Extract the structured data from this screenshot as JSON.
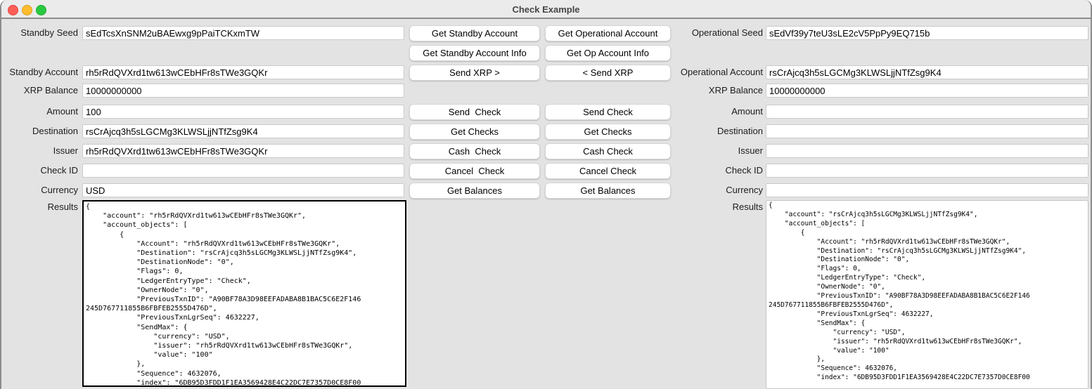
{
  "window": {
    "title": "Check Example"
  },
  "buttons": {
    "standby": [
      "Get Standby Account",
      "Get Standby Account Info",
      "Send XRP >",
      "Send  Check",
      "Get Checks",
      "Cash  Check",
      "Cancel  Check",
      "Get Balances"
    ],
    "operational": [
      "Get Operational Account",
      "Get Op Account Info",
      "< Send XRP",
      "Send Check",
      "Get Checks",
      "Cash Check",
      "Cancel Check",
      "Get Balances"
    ]
  },
  "left": {
    "fields": [
      {
        "label": "Standby Seed",
        "value": "sEdTcsXnSNM2uBAEwxg9pPaiTCKxmTW"
      },
      {
        "label": "Standby Account",
        "value": "rh5rRdQVXrd1tw613wCEbHFr8sTWe3GQKr"
      },
      {
        "label": "XRP Balance",
        "value": "10000000000"
      },
      {
        "label": "Amount",
        "value": "100"
      },
      {
        "label": "Destination",
        "value": "rsCrAjcq3h5sLGCMg3KLWSLjjNTfZsg9K4"
      },
      {
        "label": "Issuer",
        "value": "rh5rRdQVXrd1tw613wCEbHFr8sTWe3GQKr"
      },
      {
        "label": "Check ID",
        "value": ""
      },
      {
        "label": "Currency",
        "value": "USD"
      }
    ],
    "results_label": "Results",
    "results": "{\n    \"account\": \"rh5rRdQVXrd1tw613wCEbHFr8sTWe3GQKr\",\n    \"account_objects\": [\n        {\n            \"Account\": \"rh5rRdQVXrd1tw613wCEbHFr8sTWe3GQKr\",\n            \"Destination\": \"rsCrAjcq3h5sLGCMg3KLWSLjjNTfZsg9K4\",\n            \"DestinationNode\": \"0\",\n            \"Flags\": 0,\n            \"LedgerEntryType\": \"Check\",\n            \"OwnerNode\": \"0\",\n            \"PreviousTxnID\": \"A90BF78A3D98EEFADABA8B1BAC5C6E2F146\n245D767711855B6FBFEB2555D476D\",\n            \"PreviousTxnLgrSeq\": 4632227,\n            \"SendMax\": {\n                \"currency\": \"USD\",\n                \"issuer\": \"rh5rRdQVXrd1tw613wCEbHFr8sTWe3GQKr\",\n                \"value\": \"100\"\n            },\n            \"Sequence\": 4632076,\n            \"index\": \"6DB95D3FDD1F1EA3569428E4C22DC7E7357D0CE8F00"
  },
  "right": {
    "fields": [
      {
        "label": "Operational Seed",
        "value": "sEdVf39y7teU3sLE2cV5PpPy9EQ715b"
      },
      {
        "label": "Operational Account",
        "value": "rsCrAjcq3h5sLGCMg3KLWSLjjNTfZsg9K4"
      },
      {
        "label": "XRP Balance",
        "value": "10000000000"
      },
      {
        "label": "Amount",
        "value": ""
      },
      {
        "label": "Destination",
        "value": ""
      },
      {
        "label": "Issuer",
        "value": ""
      },
      {
        "label": "Check ID",
        "value": ""
      },
      {
        "label": "Currency",
        "value": ""
      }
    ],
    "results_label": "Results",
    "results": "{\n    \"account\": \"rsCrAjcq3h5sLGCMg3KLWSLjjNTfZsg9K4\",\n    \"account_objects\": [\n        {\n            \"Account\": \"rh5rRdQVXrd1tw613wCEbHFr8sTWe3GQKr\",\n            \"Destination\": \"rsCrAjcq3h5sLGCMg3KLWSLjjNTfZsg9K4\",\n            \"DestinationNode\": \"0\",\n            \"Flags\": 0,\n            \"LedgerEntryType\": \"Check\",\n            \"OwnerNode\": \"0\",\n            \"PreviousTxnID\": \"A90BF78A3D98EEFADABA8B1BAC5C6E2F146\n245D767711855B6FBFEB2555D476D\",\n            \"PreviousTxnLgrSeq\": 4632227,\n            \"SendMax\": {\n                \"currency\": \"USD\",\n                \"issuer\": \"rh5rRdQVXrd1tw613wCEbHFr8sTWe3GQKr\",\n                \"value\": \"100\"\n            },\n            \"Sequence\": 4632076,\n            \"index\": \"6DB95D3FDD1F1EA3569428E4C22DC7E7357D0CE8F00"
  }
}
